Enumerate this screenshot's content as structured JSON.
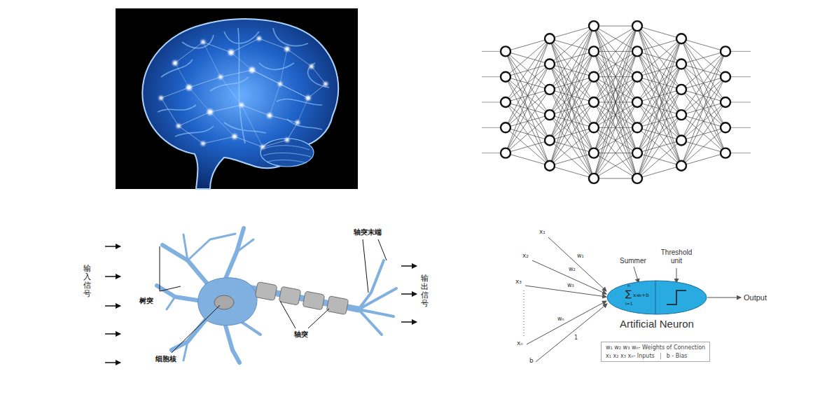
{
  "diagram": {
    "nodes": [
      {
        "text": [
          "Artificial Neuron"
        ]
      },
      {
        "text": [
          "w₁ w₂ w₃ wₙ- Weights of Connection",
          "x₁ x₂ x₃ xₙ- Inputs",
          "b - Bias"
        ]
      }
    ],
    "labels": [
      "输入信号",
      "树突",
      "细胞核",
      "轴突",
      "轴突末端",
      "输出信号",
      "x₁",
      "x₂",
      "x₃",
      "xₙ",
      "b",
      "w₁",
      "w₂",
      "w₃",
      "wₙ",
      "1",
      "Summer",
      "Threshold unit",
      "∑",
      "n",
      "i=1",
      "xᵢwᵢ+b",
      "Output"
    ]
  }
}
